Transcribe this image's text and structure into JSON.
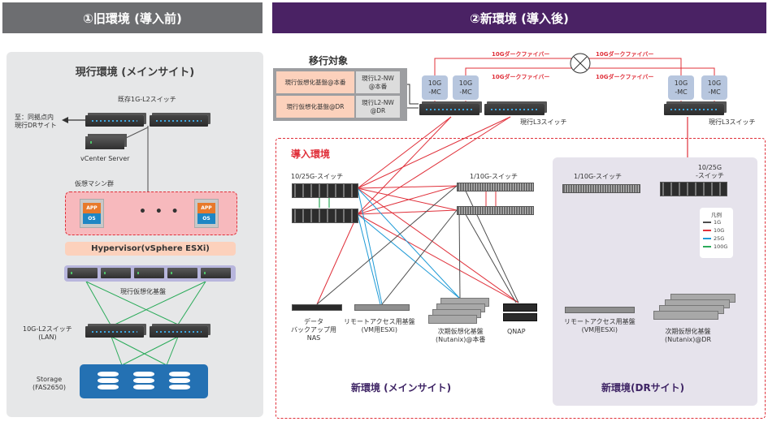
{
  "headers": {
    "old": "①旧環境 (導入前)",
    "new": "②新環境 (導入後)"
  },
  "old_env": {
    "title": "現行環境 (メインサイト)",
    "existing_switch_label": "既存1G-L2スイッチ",
    "dr_link_label_line1": "至：同拠点内",
    "dr_link_label_line2": "現行DRサイト",
    "vcenter_label": "vCenter Server",
    "vm_group_label": "仮想マシン群",
    "vm_app_label": "APP",
    "vm_os_label": "OS",
    "vm_ellipsis": "• • •",
    "hypervisor_label": "Hypervisor(vSphere ESXi)",
    "host_group_label": "現行仮想化基盤",
    "lan_switch_label_line1": "10G-L2スイッチ",
    "lan_switch_label_line2": "(LAN)",
    "storage_label_line1": "Storage",
    "storage_label_line2": "(FAS2650)"
  },
  "new_env": {
    "migration": {
      "title": "移行対象",
      "rows": [
        {
          "platform": "現行仮想化基盤@本番",
          "network_line1": "現行L2-NW",
          "network_line2": "@本番"
        },
        {
          "platform": "現行仮想化基盤@DR",
          "network_line1": "現行L2-NW",
          "network_line2": "@DR"
        }
      ]
    },
    "fiber_label": "10Gダークファイバー",
    "mc_line1": "10G",
    "mc_line2": "-MC",
    "l3_switch_label": "現行L3スイッチ",
    "intro_title": "導入環境",
    "main_site": {
      "core_switch_label": "10/25G-スイッチ",
      "access_switch_label": "1/10G-スイッチ",
      "devices": [
        {
          "id": "nas",
          "label_lines": [
            "データ",
            "バックアップ用",
            "NAS"
          ]
        },
        {
          "id": "remote",
          "label_lines": [
            "リモートアクセス用基盤",
            "(VM用ESXi)"
          ]
        },
        {
          "id": "nutanix",
          "label_lines": [
            "次期仮想化基盤",
            "(Nutanix)@本番"
          ]
        },
        {
          "id": "qnap",
          "label_lines": [
            "QNAP"
          ]
        }
      ],
      "title": "新環境 (メインサイト)"
    },
    "dr_site": {
      "access_switch_label": "1/10G-スイッチ",
      "core_switch_label_line1": "10/25G",
      "core_switch_label_line2": "-スイッチ",
      "devices": [
        {
          "id": "dr-remote",
          "label_lines": [
            "リモートアクセス用基盤",
            "(VM用ESXi)"
          ]
        },
        {
          "id": "dr-nutanix",
          "label_lines": [
            "次期仮想化基盤",
            "(Nutanix)@DR"
          ]
        }
      ],
      "title": "新環境(DRサイト)"
    },
    "legend": {
      "title": "凡例",
      "items": [
        {
          "label": "1G",
          "color": "#4d4d4d"
        },
        {
          "label": "10G",
          "color": "#e0303a"
        },
        {
          "label": "25G",
          "color": "#1e9ad6"
        },
        {
          "label": "100G",
          "color": "#2bab5a"
        }
      ]
    }
  },
  "colors": {
    "header_old": "#6d6e71",
    "header_new": "#4a2264",
    "link_1g": "#4d4d4d",
    "link_10g": "#e0303a",
    "link_25g": "#1e9ad6",
    "link_100g": "#2bab5a",
    "storage_blue": "#2471b3",
    "vm_group_fill": "#f7b9bd",
    "hypervisor_fill": "#fcd1bc",
    "host_group_fill": "#b8b6dd",
    "mc_fill": "#b7c6de",
    "migration_fill": "#fcd1bc",
    "site_title": "#3f2565"
  }
}
